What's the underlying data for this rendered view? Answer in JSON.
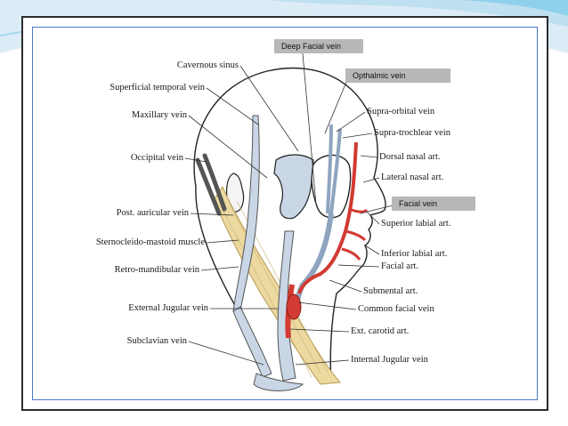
{
  "callouts": {
    "deep_facial_vein": "Deep Facial vein",
    "ophthalmic_vein": "Opthalmic  vein",
    "facial_vein": "Facial vein"
  },
  "labels_left": {
    "cavernous_sinus": "Cavernous sinus",
    "superficial_temporal_vein": "Superficial temporal vein",
    "maxillary_vein": "Maxillary vein",
    "occipital_vein": "Occipital vein",
    "post_auricular_vein": "Post. auricular vein",
    "sternocleido_mastoid_muscle": "Sternocleido-mastoid muscle",
    "retro_mandibular_vein": "Retro-mandibular vein",
    "external_jugular_vein": "External Jugular vein",
    "subclavian_vein": "Subclavian vein"
  },
  "labels_right": {
    "supra_orbital_vein": "Supra-orbital vein",
    "supra_trochlear_vein": "Supra-trochlear vein",
    "dorsal_nasal_art": "Dorsal nasal art.",
    "lateral_nasal_art": "Lateral nasal art.",
    "superior_labial_art": "Superior labial art.",
    "inferior_labial_art": "Inferior labial art.",
    "facial_art": "Facial art.",
    "submental_art": "Submental art.",
    "common_facial_vein": "Common facial vein",
    "ext_carotid_art": "Ext. carotid art.",
    "internal_jugular_vein": "Internal Jugular vein"
  },
  "colors": {
    "vein": "#c9d6e6",
    "artery": "#d23a32",
    "muscle": "#ecd9a0",
    "frame_accent": "#4a78c8",
    "callout_box": "#b8b8b8"
  }
}
